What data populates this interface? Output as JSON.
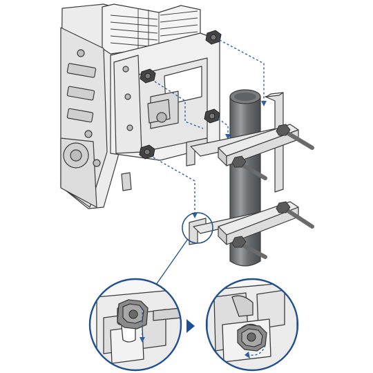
{
  "figure": {
    "type": "installation-illustration",
    "colors": {
      "outline": "#3a3a3a",
      "device_fill": "#ececec",
      "device_shade": "#d6d6d6",
      "bracket_fill": "#e2e2e2",
      "pole": "#666a6d",
      "pole_highlight": "#9a9ea1",
      "bolt": "#8c8c8c",
      "guide_line": "#2e5fa0",
      "callout_ring": "#1f4f8f",
      "arrow": "#1f4f8f"
    },
    "parts": {
      "device": "radio-unit",
      "mount": "pole-mount-bracket",
      "clamps": 2,
      "nuts_on_bracket": 4,
      "threaded_rods": 4
    },
    "detail_views": [
      {
        "name": "detail-before",
        "shows": "nut-above-slot"
      },
      {
        "name": "detail-after",
        "shows": "nut-tightened-in-slot"
      }
    ],
    "step_arrow_icon": "right-triangle-icon"
  }
}
